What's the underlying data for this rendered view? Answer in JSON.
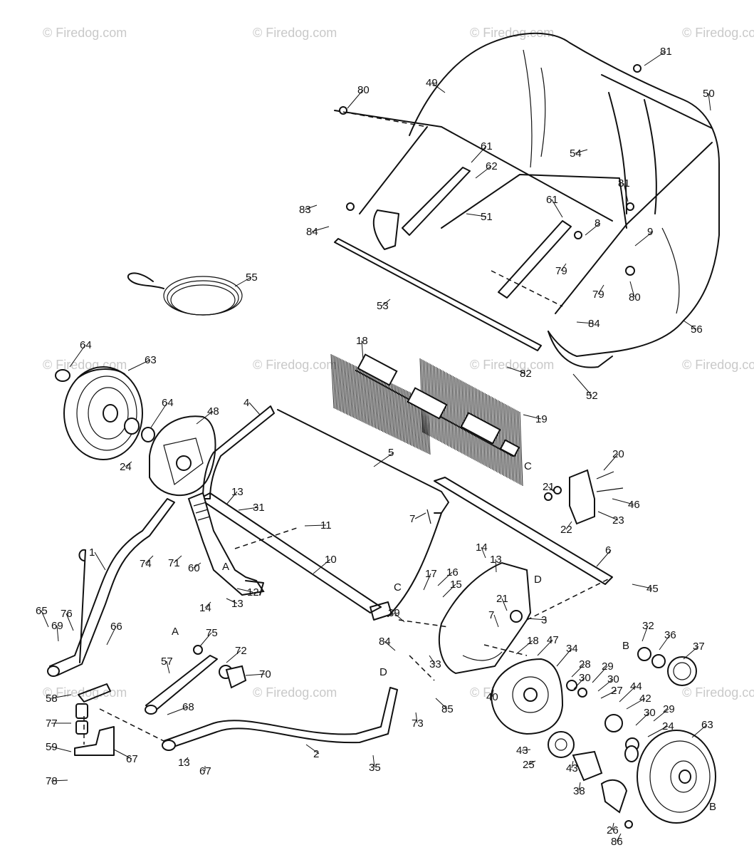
{
  "watermark": "© Firedog.com",
  "callouts": {
    "c1": "1",
    "c2": "2",
    "c3": "3",
    "c4": "4",
    "c5": "5",
    "c6": "6",
    "c7a": "7",
    "c7b": "7",
    "c8": "8",
    "c9": "9",
    "c10": "10",
    "c11": "11",
    "c12": "12",
    "c13a": "13",
    "c13b": "13",
    "c13c": "13",
    "c13d": "13",
    "c14a": "14",
    "c14b": "14",
    "c15": "15",
    "c16": "16",
    "c17": "17",
    "c18a": "18",
    "c18b": "18",
    "c19": "19",
    "c20": "20",
    "c21a": "21",
    "c21b": "21",
    "c22": "22",
    "c23": "23",
    "c24a": "24",
    "c24b": "24",
    "c25": "25",
    "c26": "26",
    "c27": "27",
    "c28": "28",
    "c29a": "29",
    "c29b": "29",
    "c30a": "30",
    "c30b": "30",
    "c30c": "30",
    "c31": "31",
    "c32": "32",
    "c33": "33",
    "c34": "34",
    "c35": "35",
    "c36": "36",
    "c37": "37",
    "c38": "38",
    "c39": "39",
    "c40": "40",
    "c42": "42",
    "c43a": "43",
    "c43b": "43",
    "c44": "44",
    "c45": "45",
    "c46": "46",
    "c47": "47",
    "c48": "48",
    "c49": "49",
    "c50": "50",
    "c51": "51",
    "c52": "52",
    "c53": "53",
    "c54": "54",
    "c55": "55",
    "c56": "56",
    "c57": "57",
    "c58": "58",
    "c59": "59",
    "c60": "60",
    "c61a": "61",
    "c61b": "61",
    "c62": "62",
    "c63a": "63",
    "c63b": "63",
    "c64a": "64",
    "c64b": "64",
    "c65": "65",
    "c66": "66",
    "c67a": "67",
    "c67b": "67",
    "c68": "68",
    "c69": "69",
    "c70": "70",
    "c71": "71",
    "c72": "72",
    "c73": "73",
    "c74": "74",
    "c75": "75",
    "c76": "76",
    "c77": "77",
    "c78": "78",
    "c79a": "79",
    "c79b": "79",
    "c80a": "80",
    "c80b": "80",
    "c81a": "81",
    "c81b": "81",
    "c82": "82",
    "c83": "83",
    "c84a": "84",
    "c84b": "84",
    "c84c": "84",
    "c85": "85",
    "c86": "86",
    "refA1": "A",
    "refA2": "A",
    "refB1": "B",
    "refB2": "B",
    "refC1": "C",
    "refC2": "C",
    "refD1": "D",
    "refD2": "D"
  }
}
